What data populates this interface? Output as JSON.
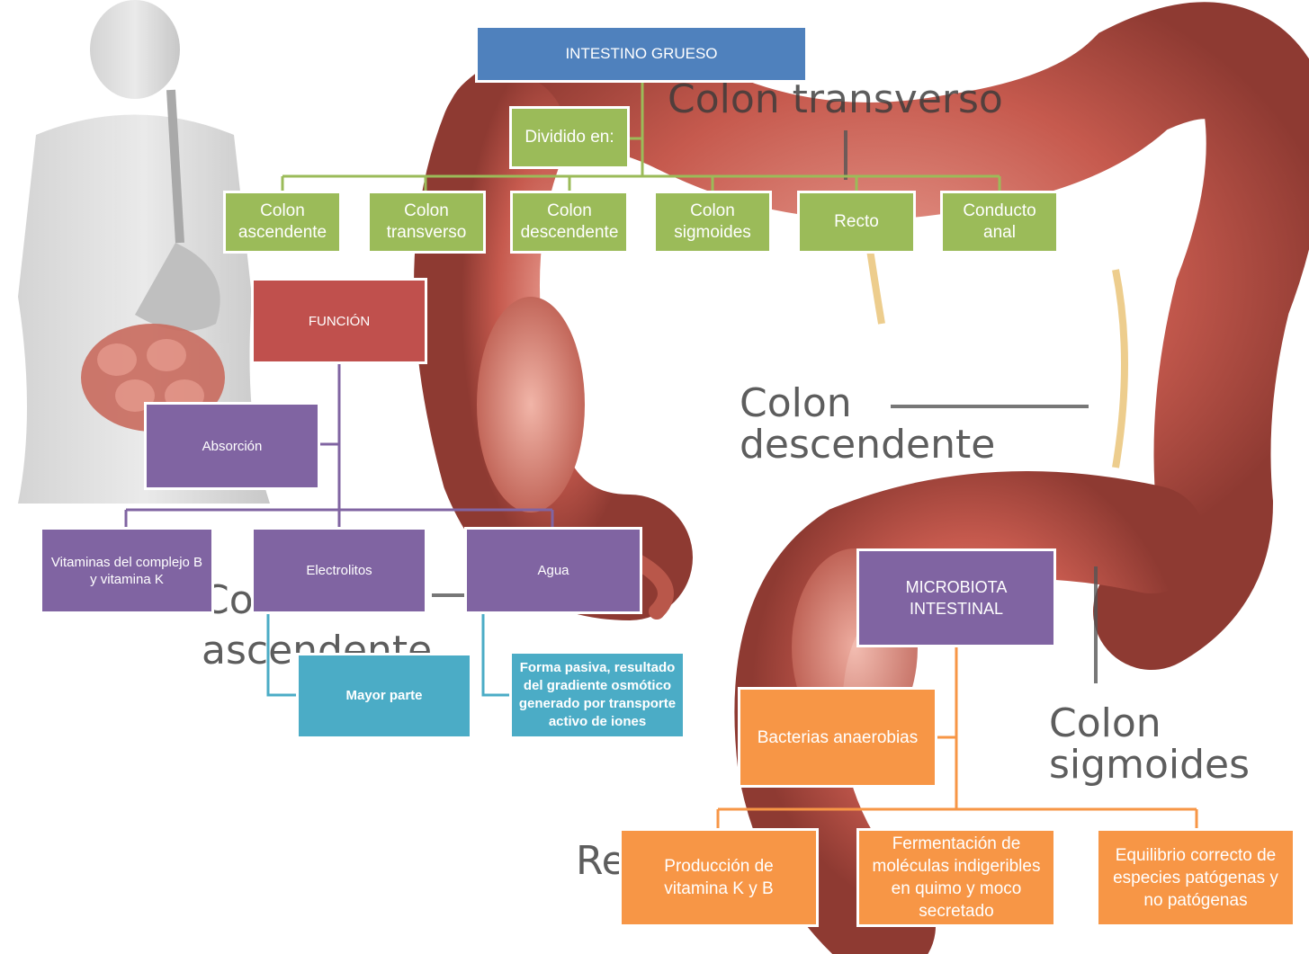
{
  "background_labels": {
    "colon_transverso": "Colon transverso",
    "colon_descendente": "Colon\ndescendente",
    "colon_ascendente_fragment": "Co\nascendente",
    "colon_sigmoides": "Colon\nsigmoides",
    "recto_fragment": "Re"
  },
  "diagram": {
    "root": "INTESTINO GRUESO",
    "divided_label": "Dividido en:",
    "parts": [
      "Colon\nascendente",
      "Colon\ntransverso",
      "Colon\ndescendente",
      "Colon\nsigmoides",
      "Recto",
      "Conducto\nanal"
    ],
    "function": {
      "title": "FUNCIÓN",
      "absorption": "Absorción",
      "items": [
        "Vitaminas del complejo B\ny vitamina K",
        "Electrolitos",
        "Agua"
      ],
      "electrolitos_detail": "Mayor parte",
      "agua_detail": "Forma pasiva, resultado del gradiente osmótico generado por transporte activo de iones"
    },
    "microbiota": {
      "title": "MICROBIOTA\nINTESTINAL",
      "bacteria": "Bacterias anaerobias",
      "items": [
        "Producción de\nvitamina K y B",
        "Fermentación de moléculas indigeribles en quimo y moco secretado",
        "Equilibrio  correcto de especies patógenas y no patógenas"
      ]
    }
  },
  "colors": {
    "blue": "#4f81bd",
    "green": "#9bbb59",
    "red": "#c0504d",
    "purple": "#8064a2",
    "teal": "#4bacc6",
    "orange": "#f79646",
    "intestine": "#c65a4e"
  }
}
